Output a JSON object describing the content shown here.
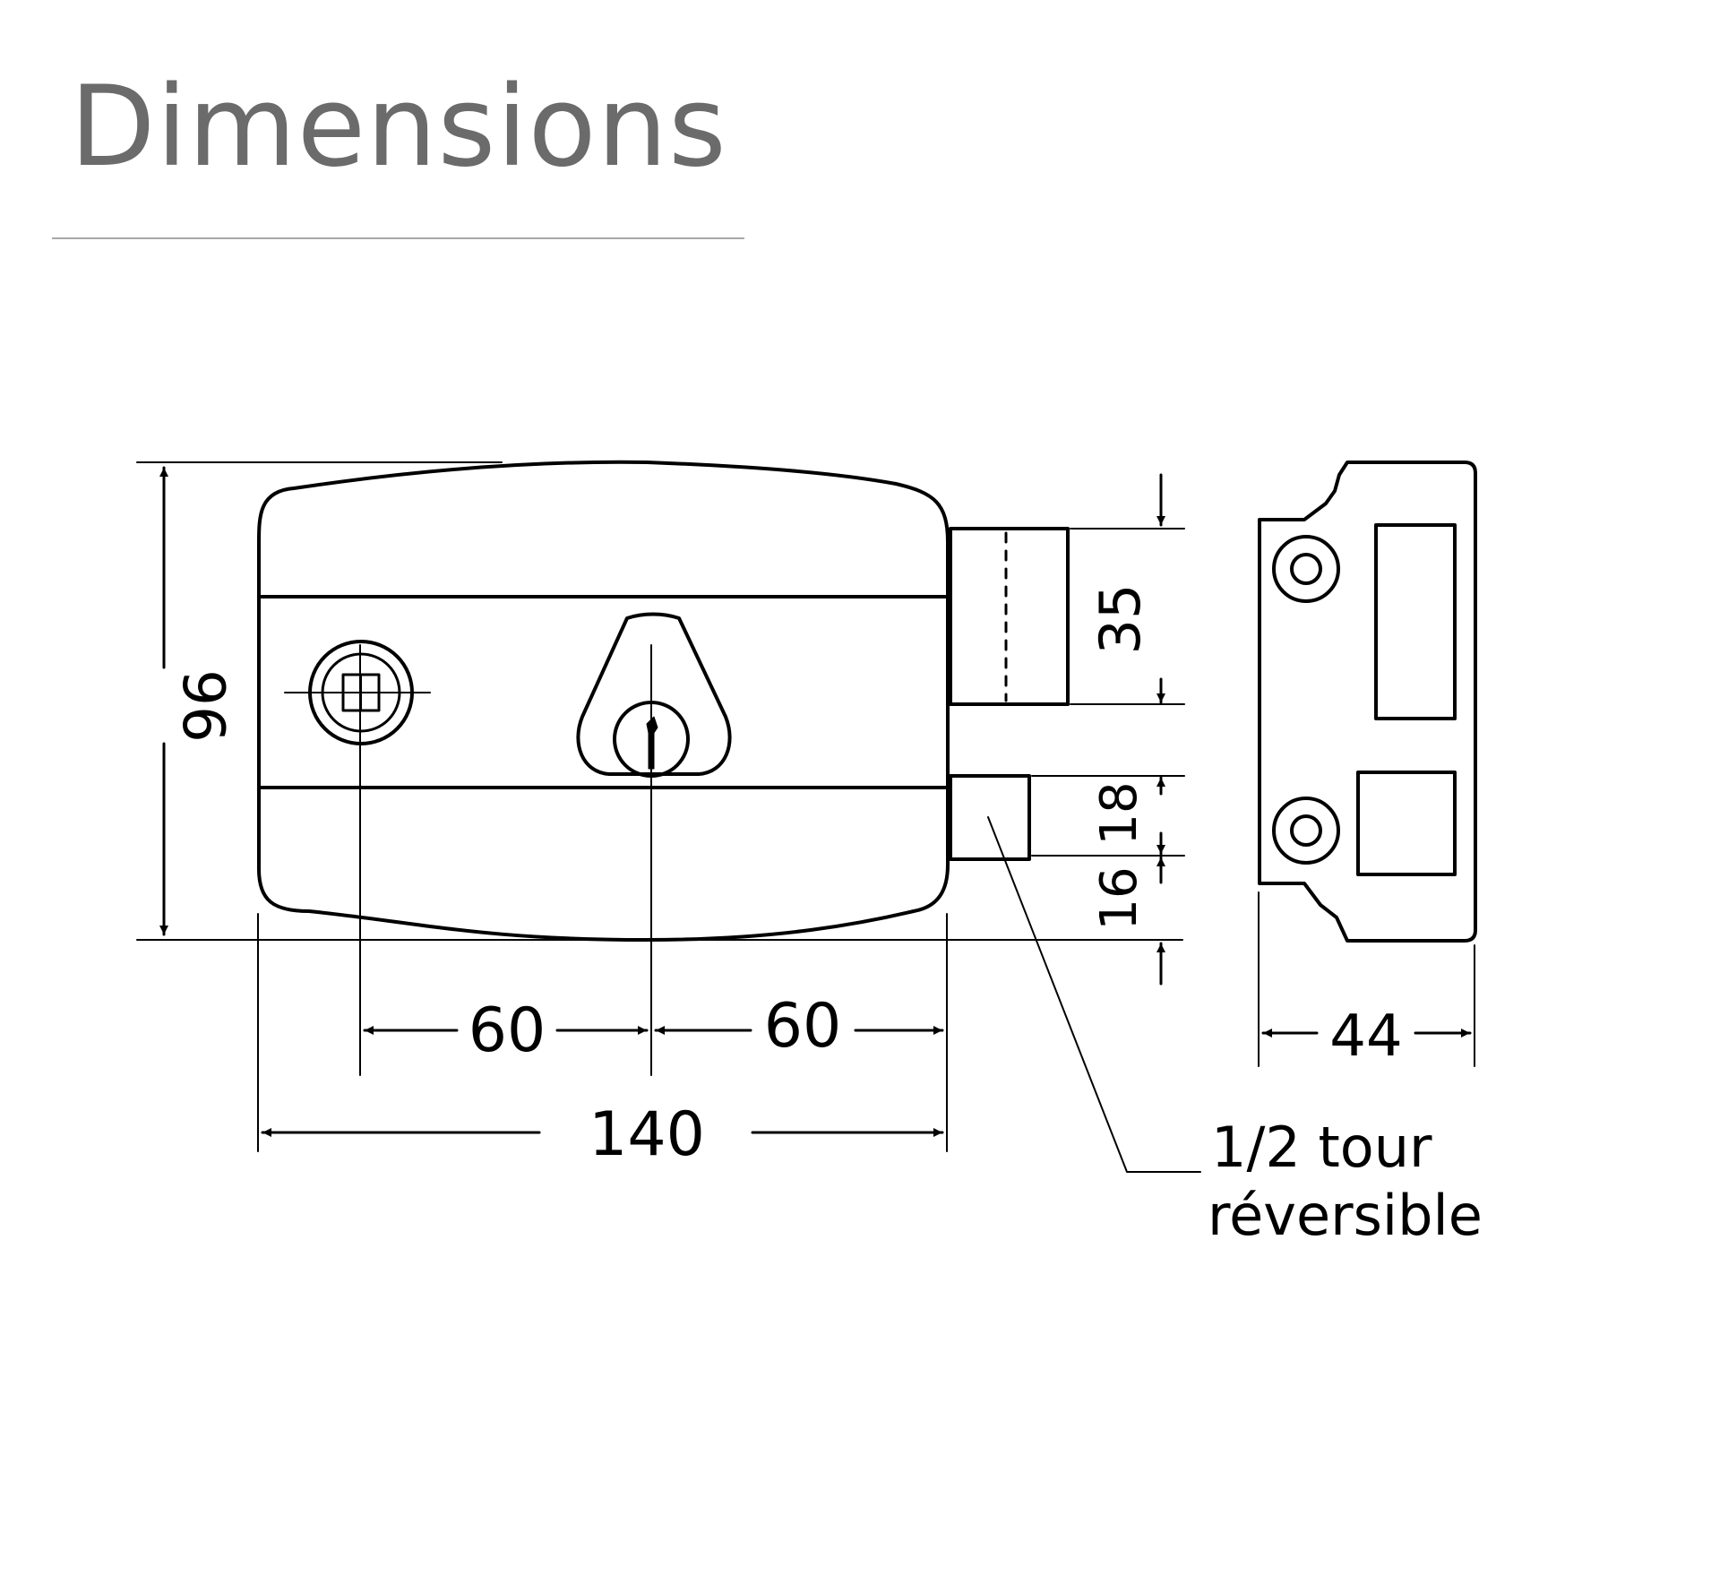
{
  "title": "Dimensions",
  "dimensions": {
    "height_total": "96",
    "width_total": "140",
    "left_offset": "60",
    "right_offset": "60",
    "strike_depth": "44",
    "latch_height": "35",
    "bolt_height": "18",
    "bolt_gap": "16"
  },
  "annotation": {
    "line1": "1/2 tour",
    "line2": "réversible"
  },
  "colors": {
    "title": "#6b6b6b",
    "rule": "#a8a8a8",
    "ink": "#000000"
  }
}
